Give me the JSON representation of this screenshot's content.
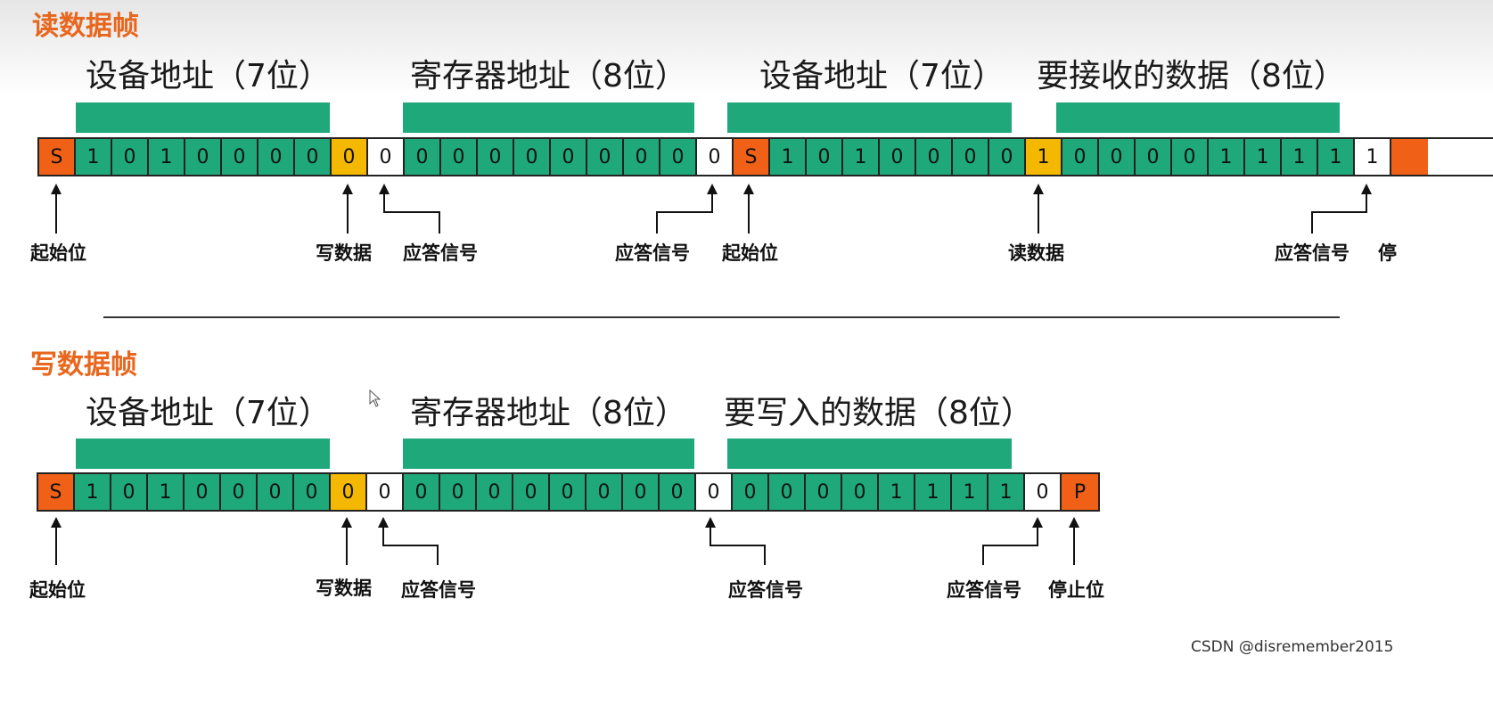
{
  "read_frame": {
    "title": "读数据帧",
    "fields": [
      "设备地址（7位）",
      "寄存器地址（8位）",
      "设备地址（7位）",
      "要接收的数据（8位）"
    ],
    "bits": [
      {
        "t": "start",
        "v": "S"
      },
      {
        "t": "data",
        "v": "1"
      },
      {
        "t": "data",
        "v": "0"
      },
      {
        "t": "data",
        "v": "1"
      },
      {
        "t": "data",
        "v": "0"
      },
      {
        "t": "data",
        "v": "0"
      },
      {
        "t": "data",
        "v": "0"
      },
      {
        "t": "data",
        "v": "0"
      },
      {
        "t": "rw",
        "v": "0"
      },
      {
        "t": "ack",
        "v": "0"
      },
      {
        "t": "data",
        "v": "0"
      },
      {
        "t": "data",
        "v": "0"
      },
      {
        "t": "data",
        "v": "0"
      },
      {
        "t": "data",
        "v": "0"
      },
      {
        "t": "data",
        "v": "0"
      },
      {
        "t": "data",
        "v": "0"
      },
      {
        "t": "data",
        "v": "0"
      },
      {
        "t": "data",
        "v": "0"
      },
      {
        "t": "ack",
        "v": "0"
      },
      {
        "t": "start",
        "v": "S"
      },
      {
        "t": "data",
        "v": "1"
      },
      {
        "t": "data",
        "v": "0"
      },
      {
        "t": "data",
        "v": "1"
      },
      {
        "t": "data",
        "v": "0"
      },
      {
        "t": "data",
        "v": "0"
      },
      {
        "t": "data",
        "v": "0"
      },
      {
        "t": "data",
        "v": "0"
      },
      {
        "t": "rw",
        "v": "1"
      },
      {
        "t": "data",
        "v": "0"
      },
      {
        "t": "data",
        "v": "0"
      },
      {
        "t": "data",
        "v": "0"
      },
      {
        "t": "data",
        "v": "0"
      },
      {
        "t": "data",
        "v": "1"
      },
      {
        "t": "data",
        "v": "1"
      },
      {
        "t": "data",
        "v": "1"
      },
      {
        "t": "data",
        "v": "1"
      },
      {
        "t": "ack",
        "v": "1"
      },
      {
        "t": "stop",
        "v": ""
      }
    ],
    "notes": [
      "起始位",
      "写数据",
      "应答信号",
      "应答信号",
      "起始位",
      "读数据",
      "应答信号",
      "停"
    ]
  },
  "write_frame": {
    "title": "写数据帧",
    "fields": [
      "设备地址（7位）",
      "寄存器地址（8位）",
      "要写入的数据（8位）"
    ],
    "bits": [
      {
        "t": "start",
        "v": "S"
      },
      {
        "t": "data",
        "v": "1"
      },
      {
        "t": "data",
        "v": "0"
      },
      {
        "t": "data",
        "v": "1"
      },
      {
        "t": "data",
        "v": "0"
      },
      {
        "t": "data",
        "v": "0"
      },
      {
        "t": "data",
        "v": "0"
      },
      {
        "t": "data",
        "v": "0"
      },
      {
        "t": "rw",
        "v": "0"
      },
      {
        "t": "ack",
        "v": "0"
      },
      {
        "t": "data",
        "v": "0"
      },
      {
        "t": "data",
        "v": "0"
      },
      {
        "t": "data",
        "v": "0"
      },
      {
        "t": "data",
        "v": "0"
      },
      {
        "t": "data",
        "v": "0"
      },
      {
        "t": "data",
        "v": "0"
      },
      {
        "t": "data",
        "v": "0"
      },
      {
        "t": "data",
        "v": "0"
      },
      {
        "t": "ack",
        "v": "0"
      },
      {
        "t": "data",
        "v": "0"
      },
      {
        "t": "data",
        "v": "0"
      },
      {
        "t": "data",
        "v": "0"
      },
      {
        "t": "data",
        "v": "0"
      },
      {
        "t": "data",
        "v": "1"
      },
      {
        "t": "data",
        "v": "1"
      },
      {
        "t": "data",
        "v": "1"
      },
      {
        "t": "data",
        "v": "1"
      },
      {
        "t": "ack",
        "v": "0"
      },
      {
        "t": "stop",
        "v": "P"
      }
    ],
    "notes": [
      "起始位",
      "写数据",
      "应答信号",
      "应答信号",
      "应答信号",
      "停止位"
    ]
  },
  "watermark": "CSDN @disremember2015",
  "colors": {
    "start": "#f06016",
    "data": "#1fa97a",
    "rw": "#f5b800",
    "ack": "#ffffff",
    "title": "#e8671e"
  }
}
